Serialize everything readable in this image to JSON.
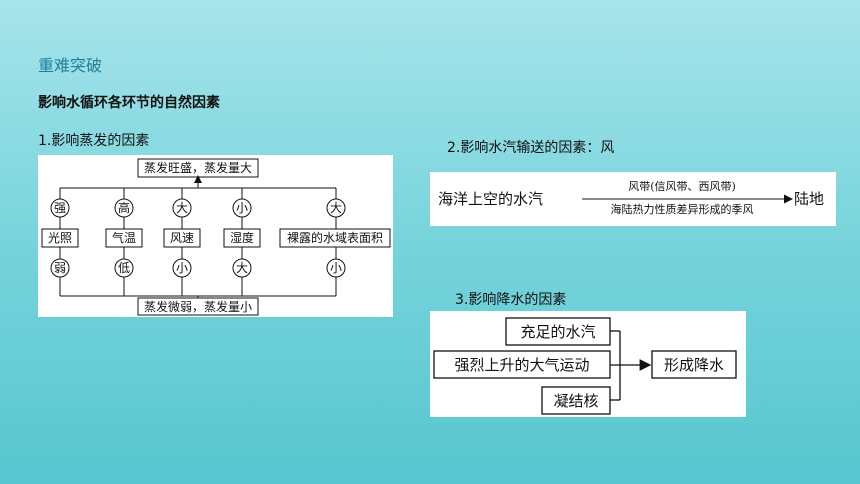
{
  "header": {
    "section_title": "重难突破",
    "main_heading": "影响水循环各环节的自然因素"
  },
  "evaporation": {
    "heading": "1.影响蒸发的因素",
    "top_result": "蒸发旺盛，蒸发量大",
    "bottom_result": "蒸发微弱，蒸发量小",
    "factors": [
      {
        "name": "光照",
        "high": "强",
        "low": "弱"
      },
      {
        "name": "气温",
        "high": "高",
        "low": "低"
      },
      {
        "name": "风速",
        "high": "大",
        "low": "小"
      },
      {
        "name": "湿度",
        "high": "小",
        "low": "大"
      },
      {
        "name": "裸露的水域表面积",
        "high": "大",
        "low": "小"
      }
    ]
  },
  "transport": {
    "heading": "2.影响水汽输送的因素：风",
    "source": "海洋上空的水汽",
    "arrow_top": "风带(信风带、西风带)",
    "arrow_bottom": "海陆热力性质差异形成的季风",
    "target": "陆地"
  },
  "precipitation": {
    "heading": "3.影响降水的因素",
    "inputs": [
      "充足的水汽",
      "强烈上升的大气运动",
      "凝结核"
    ],
    "result": "形成降水"
  }
}
